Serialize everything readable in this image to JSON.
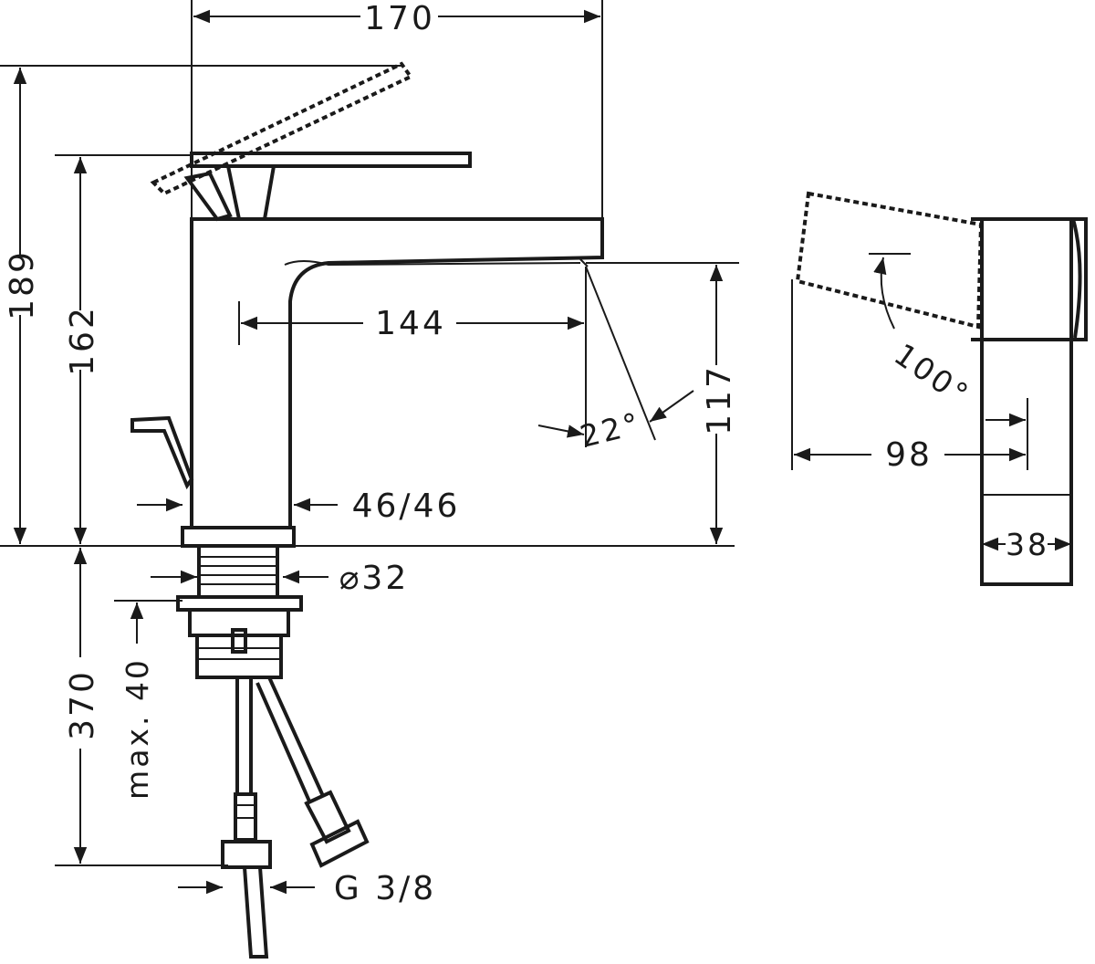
{
  "dimensions": {
    "width_170": "170",
    "height_189": "189",
    "height_162": "162",
    "reach_144": "144",
    "spout_117": "117",
    "angle_22": "22°",
    "base_46": "46/46",
    "thread_32": "⌀32",
    "depth_370": "370",
    "max_40": "max. 40",
    "hose_g38": "G 3/8",
    "angle_100": "100°",
    "depth_98": "98",
    "width_38": "38"
  }
}
